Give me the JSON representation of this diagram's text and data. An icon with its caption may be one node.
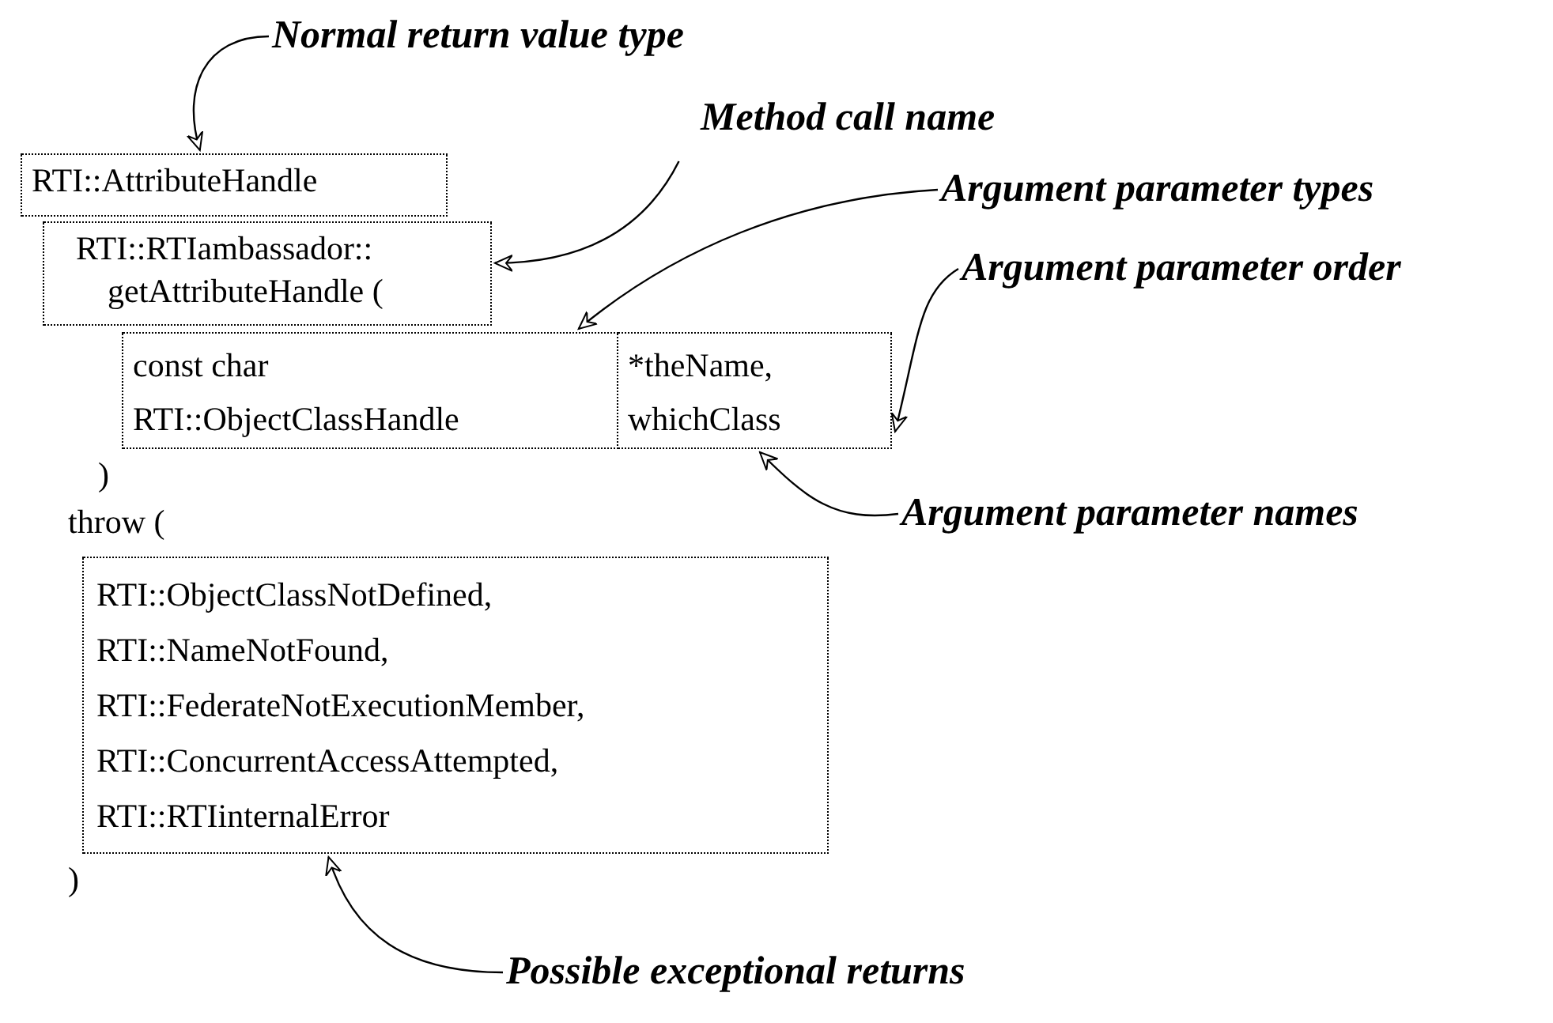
{
  "diagram": {
    "nodes": [
      {
        "text": [
          "Normal return value type"
        ]
      },
      {
        "text": [
          "Method call name"
        ]
      },
      {
        "text": [
          "Argument parameter types"
        ]
      },
      {
        "text": [
          "Argument parameter order"
        ]
      },
      {
        "text": [
          "Argument parameter names"
        ]
      },
      {
        "text": [
          "Possible exceptional returns"
        ]
      },
      {
        "text": [
          "RTI::AttributeHandle"
        ]
      },
      {
        "text": [
          "RTI::RTIambassador::",
          "getAttributeHandle ("
        ]
      },
      {
        "text": [
          "const char",
          "RTI::ObjectClassHandle"
        ]
      },
      {
        "text": [
          "*theName,",
          "whichClass"
        ]
      },
      {
        "text": [
          "RTI::ObjectClassNotDefined,",
          "RTI::NameNotFound,",
          "RTI::FederateNotExecutionMember,",
          "RTI::ConcurrentAccessAttempted,",
          "RTI::RTIinternalError"
        ]
      }
    ],
    "edges": [
      {
        "from": 0,
        "to": 6,
        "arrow": "to"
      },
      {
        "from": 1,
        "to": 7,
        "arrow": "to"
      },
      {
        "from": 2,
        "to": 8,
        "arrow": "to"
      },
      {
        "from": 3,
        "to": 9,
        "arrow": "to"
      },
      {
        "from": 4,
        "to": 9,
        "arrow": "to"
      },
      {
        "from": 5,
        "to": 10,
        "arrow": "to"
      }
    ],
    "labels": [
      ")",
      "throw (",
      ")"
    ]
  }
}
